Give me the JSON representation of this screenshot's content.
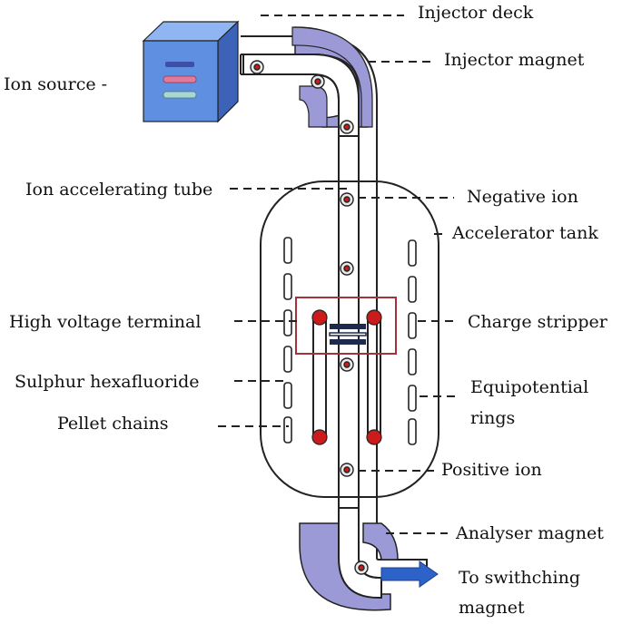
{
  "labels": {
    "injector_deck": "Injector deck",
    "injector_magnet": "Injector magnet",
    "ion_source": "Ion source -",
    "ion_accelerating_tube": "Ion accelerating tube",
    "negative_ion": "Negative ion",
    "accelerator_tank": "Accelerator tank",
    "high_voltage_terminal": "High voltage terminal",
    "charge_stripper": "Charge stripper",
    "sulphur_hexafluoride": "Sulphur hexafluoride",
    "equipotential_rings_line1": "Equipotential",
    "equipotential_rings_line2": "rings",
    "pellet_chains": "Pellet chains",
    "positive_ion": "Positive ion",
    "analyser_magnet": "Analyser magnet",
    "to_switching_line1": "To swithching",
    "to_switching_line2": "magnet"
  },
  "colors": {
    "magnet": "#9b99d6",
    "box_front": "#5f8fe0",
    "box_side": "#3c63b8",
    "box_top": "#8fb6f2",
    "ion_red": "#cc1b1b",
    "terminal_box": "#a0343a",
    "arrow_blue": "#2d63c8",
    "stroke": "#222222"
  },
  "icons": {
    "ion_source": "cube-icon",
    "output_arrow": "arrow-right-icon"
  }
}
